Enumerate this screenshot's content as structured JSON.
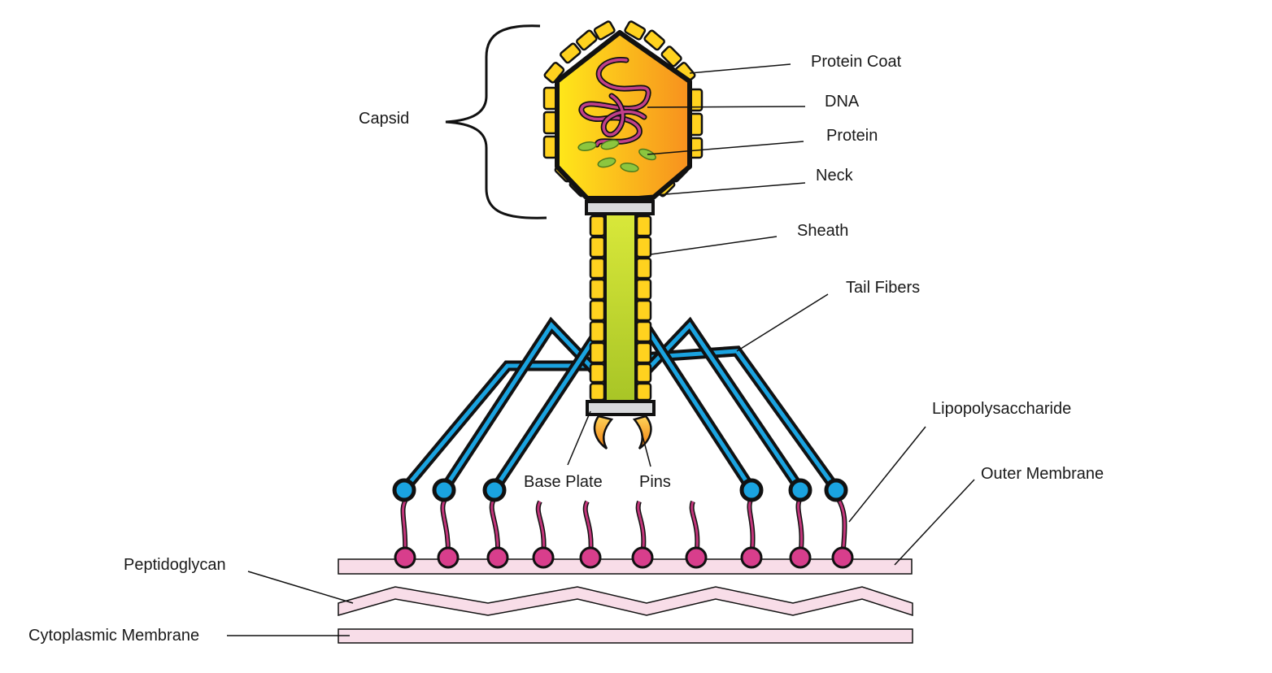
{
  "labels": {
    "capsid": "Capsid",
    "protein_coat": "Protein Coat",
    "dna": "DNA",
    "protein": "Protein",
    "neck": "Neck",
    "sheath": "Sheath",
    "tail_fibers": "Tail Fibers",
    "lipopolysaccharide": "Lipopolysaccharide",
    "outer_membrane": "Outer Membrane",
    "base_plate": "Base Plate",
    "pins": "Pins",
    "peptidoglycan": "Peptidoglycan",
    "cytoplasmic_membrane": "Cytoplasmic Membrane"
  },
  "colors": {
    "capsid_gradient_start": "#ffe81a",
    "capsid_gradient_end": "#f7901e",
    "coat_block": "#ffd21f",
    "sheath_core": "#c7df2a",
    "tail_fiber": "#1aa3e0",
    "lps_head": "#d83e8c",
    "lps_tail": "#c2357a",
    "dna": "#c2408a",
    "protein_blob": "#8cc63f",
    "membrane_fill": "#f8dde8",
    "pins": "#f7941d",
    "outline": "#111111"
  }
}
